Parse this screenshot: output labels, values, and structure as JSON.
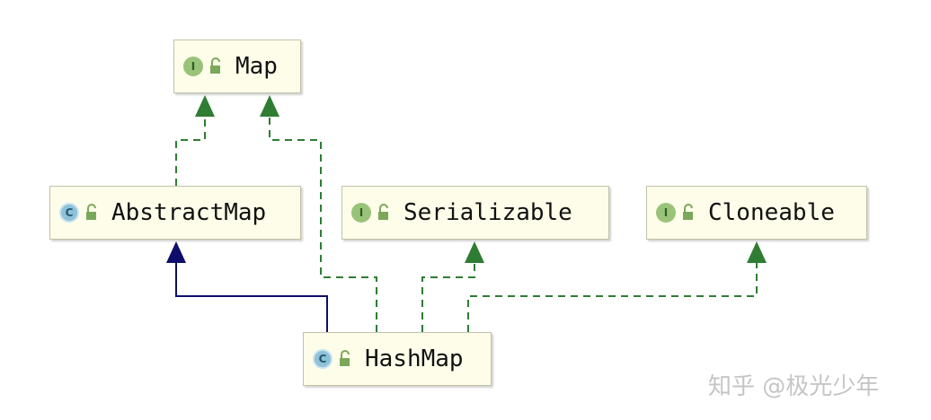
{
  "diagram": {
    "nodes": {
      "map": {
        "label": "Map",
        "badge": "I",
        "kind": "interface",
        "icon": "interface-badge-icon"
      },
      "abstract_map": {
        "label": "AbstractMap",
        "badge": "C",
        "kind": "abstract-class",
        "icon": "class-badge-icon"
      },
      "serializable": {
        "label": "Serializable",
        "badge": "I",
        "kind": "interface",
        "icon": "interface-badge-icon"
      },
      "cloneable": {
        "label": "Cloneable",
        "badge": "I",
        "kind": "interface",
        "icon": "interface-badge-icon"
      },
      "hash_map": {
        "label": "HashMap",
        "badge": "C",
        "kind": "class",
        "icon": "class-badge-icon"
      }
    },
    "edges": [
      {
        "from": "AbstractMap",
        "to": "Map",
        "type": "implements"
      },
      {
        "from": "HashMap",
        "to": "Map",
        "type": "implements"
      },
      {
        "from": "HashMap",
        "to": "AbstractMap",
        "type": "extends"
      },
      {
        "from": "HashMap",
        "to": "Serializable",
        "type": "implements"
      },
      {
        "from": "HashMap",
        "to": "Cloneable",
        "type": "implements"
      }
    ],
    "colors": {
      "implements": "#2e7d32",
      "extends": "#0d0d6b",
      "node_fill": "#fdfde9",
      "interface_badge": "#9ac37a",
      "class_badge": "#8ec2d9",
      "lock_icon": "#7aa85a"
    }
  },
  "watermark": {
    "text": "知乎 @极光少年"
  }
}
